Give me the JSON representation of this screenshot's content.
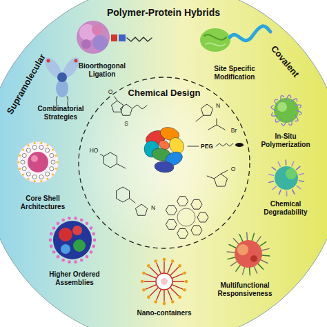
{
  "diagram": {
    "nodes": [
      {
        "text": [
          "Polymer-Protein Hybrids"
        ]
      },
      {
        "text": [
          "Chemical Design"
        ],
        "in": 0
      }
    ],
    "labels": [
      "Supramolecular",
      "Covalent",
      "Bioorthogonal Ligation",
      "Site Specific Modification",
      "Combinatorial Strategies",
      "In-Situ Polymerization",
      "Core Shell Architectures",
      "Chemical Degradability",
      "Higher Ordered Assemblies",
      "Nano-containers",
      "Multifunctional Responsiveness",
      "O",
      "S",
      "N",
      "Br",
      "PEG",
      "HO",
      "N",
      "O"
    ]
  }
}
